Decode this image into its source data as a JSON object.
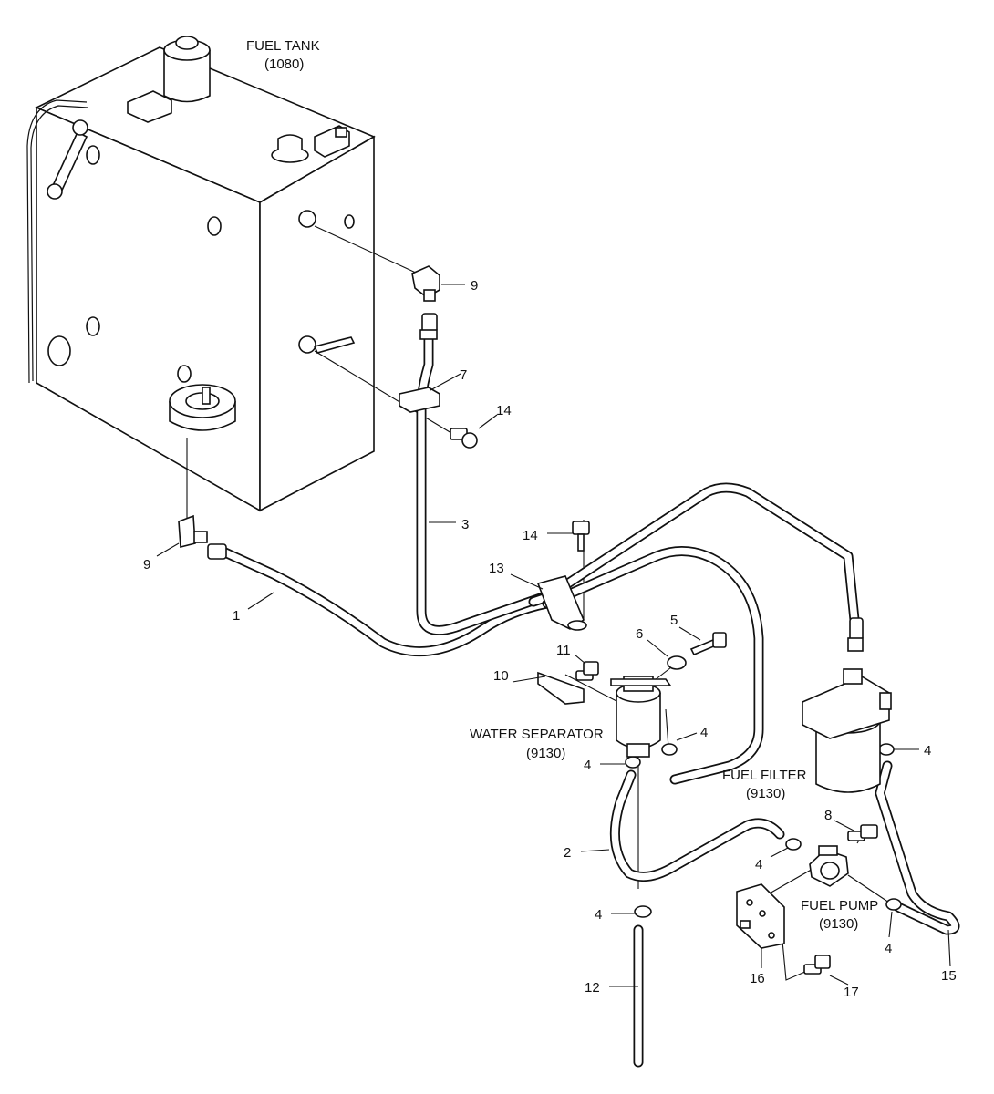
{
  "labels": {
    "fuel_tank_name": "FUEL TANK",
    "fuel_tank_code": "(1080)",
    "water_separator_name": "WATER SEPARATOR",
    "water_separator_code": "(9130)",
    "fuel_filter_name": "FUEL FILTER",
    "fuel_filter_code": "(9130)",
    "fuel_pump_name": "FUEL PUMP",
    "fuel_pump_code": "(9130)"
  },
  "callouts": {
    "c1": "1",
    "c2": "2",
    "c3": "3",
    "c4a": "4",
    "c4b": "4",
    "c4c": "4",
    "c4d": "4",
    "c4e": "4",
    "c4f": "4",
    "c5": "5",
    "c6": "6",
    "c7": "7",
    "c8": "8",
    "c9a": "9",
    "c9b": "9",
    "c10": "10",
    "c11": "11",
    "c12": "12",
    "c13": "13",
    "c14a": "14",
    "c14b": "14",
    "c15": "15",
    "c16": "16",
    "c17": "17"
  }
}
